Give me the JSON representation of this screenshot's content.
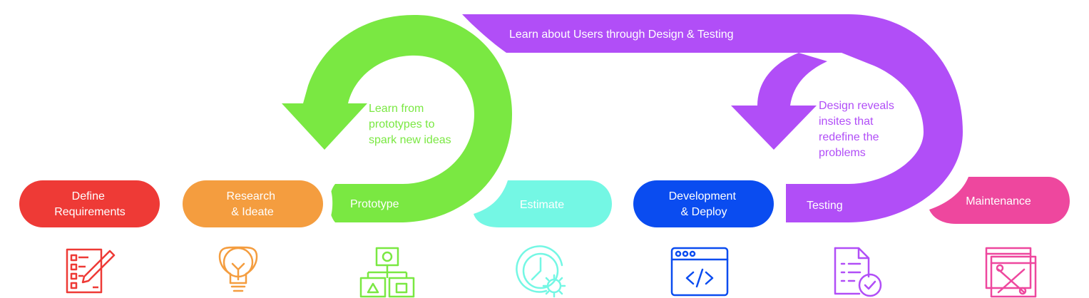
{
  "loops": {
    "big_label": "Learn about Users through Design & Testing",
    "green_label": [
      "Learn from",
      "prototypes to",
      "spark new ideas"
    ],
    "purple_label": [
      "Design reveals",
      "insites that",
      "redefine the",
      "problems"
    ]
  },
  "stages": [
    {
      "label": [
        "Define",
        "Requirements"
      ],
      "color": "#ee3a36",
      "icon": "checklist-pencil-icon"
    },
    {
      "label": [
        "Research",
        "& Ideate"
      ],
      "color": "#f49d3f",
      "icon": "lightbulb-icon"
    },
    {
      "label": [
        "Prototype"
      ],
      "color": "#7ae842",
      "icon": "sitemap-icon"
    },
    {
      "label": [
        "Estimate"
      ],
      "color": "#74f7e4",
      "icon": "clock-gear-icon"
    },
    {
      "label": [
        "Development",
        "& Deploy"
      ],
      "color": "#0a4cf0",
      "icon": "code-window-icon"
    },
    {
      "label": [
        "Testing"
      ],
      "color": "#b14ef7",
      "icon": "document-check-icon"
    },
    {
      "label": [
        "Maintenance"
      ],
      "color": "#ee479e",
      "icon": "tools-window-icon"
    }
  ],
  "colors": {
    "green_arrow": "#7ae842",
    "purple_arrow": "#b14ef7"
  }
}
